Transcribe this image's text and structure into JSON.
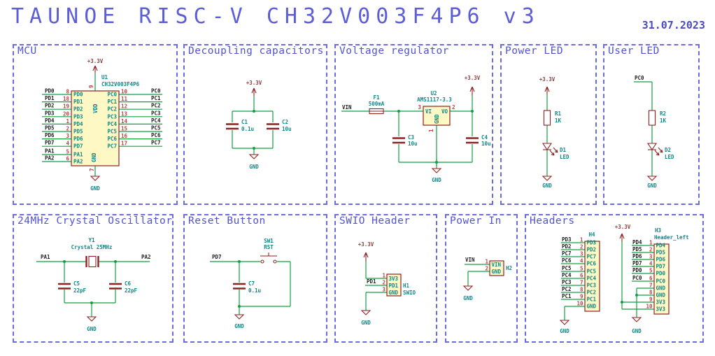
{
  "header": {
    "title": "TAUNOE RISC-V CH32V003F4P6 v3",
    "date": "31.07.2023"
  },
  "colors": {
    "accent_blue": "#5d5dd8",
    "wire_green": "#10a040",
    "symbol_maroon": "#8e2222",
    "body_yellow": "#fdf8c4",
    "teal_text": "#0e8787",
    "pin_number_red": "#c04040"
  },
  "sections": {
    "mcu": {
      "label": "MCU",
      "power_rail": "+3.3V",
      "gnd_label": "GND",
      "ref": "U1",
      "value": "CH32V003F4P6",
      "vdd_pin": {
        "num": "9",
        "name": "VDD"
      },
      "gnd_pin": {
        "num": "7",
        "name": "GND"
      },
      "left_pins": [
        {
          "net": "PD0",
          "num": "8",
          "name": "PD0"
        },
        {
          "net": "PD1",
          "num": "18",
          "name": "PD1"
        },
        {
          "net": "PD2",
          "num": "19",
          "name": "PD2"
        },
        {
          "net": "PD3",
          "num": "20",
          "name": "PD3"
        },
        {
          "net": "PD4",
          "num": "1",
          "name": "PD4"
        },
        {
          "net": "PD5",
          "num": "2",
          "name": "PD5"
        },
        {
          "net": "PD6",
          "num": "3",
          "name": "PD6"
        },
        {
          "net": "PD7",
          "num": "4",
          "name": "PD7"
        },
        {
          "net": "PA1",
          "num": "5",
          "name": "PA1"
        },
        {
          "net": "PA2",
          "num": "6",
          "name": "PA2"
        }
      ],
      "right_pins": [
        {
          "num": "10",
          "name": "PC0",
          "net": "PC0"
        },
        {
          "num": "11",
          "name": "PC1",
          "net": "PC1"
        },
        {
          "num": "12",
          "name": "PC2",
          "net": "PC2"
        },
        {
          "num": "13",
          "name": "PC3",
          "net": "PC3"
        },
        {
          "num": "14",
          "name": "PC4",
          "net": "PC4"
        },
        {
          "num": "15",
          "name": "PC5",
          "net": "PC5"
        },
        {
          "num": "16",
          "name": "PC6",
          "net": "PC6"
        },
        {
          "num": "17",
          "name": "PC7",
          "net": "PC7"
        }
      ]
    },
    "decoupling": {
      "label": "Decoupling capacitors",
      "power_rail": "+3.3V",
      "gnd_label": "GND",
      "c1": {
        "ref": "C1",
        "value": "0.1u"
      },
      "c2": {
        "ref": "C2",
        "value": "10u"
      }
    },
    "vreg": {
      "label": "Voltage regulator",
      "vin_net": "VIN",
      "power_rail": "+3.3V",
      "gnd_label": "GND",
      "fuse": {
        "ref": "F1",
        "value": "500mA"
      },
      "u2": {
        "ref": "U2",
        "value": "AMS1117-3.3",
        "pin_vi": {
          "num": "3",
          "name": "VI"
        },
        "pin_vo": {
          "num": "2",
          "name": "VO"
        },
        "pin_gnd": {
          "num": "1",
          "name": "GND"
        }
      },
      "c3": {
        "ref": "C3",
        "value": "10u"
      },
      "c4": {
        "ref": "C4",
        "value": "10u"
      }
    },
    "power_led": {
      "label": "Power LED",
      "power_rail": "+3.3V",
      "gnd_label": "GND",
      "r": {
        "ref": "R1",
        "value": "1K"
      },
      "d": {
        "ref": "D1",
        "value": "LED"
      }
    },
    "user_led": {
      "label": "User LED",
      "net": "PC0",
      "gnd_label": "GND",
      "r": {
        "ref": "R2",
        "value": "1K"
      },
      "d": {
        "ref": "D2",
        "value": "LED"
      }
    },
    "crystal": {
      "label": "24MHz Crystal Oscillator",
      "gnd_label": "GND",
      "y": {
        "ref": "Y1",
        "value": "Crystal 25MHz"
      },
      "net_left": "PA1",
      "net_right": "PA2",
      "c5": {
        "ref": "C5",
        "value": "22pF"
      },
      "c6": {
        "ref": "C6",
        "value": "22pF"
      }
    },
    "reset": {
      "label": "Reset Button",
      "net": "PD7",
      "gnd_label": "GND",
      "sw": {
        "ref": "SW1",
        "value": "RST"
      },
      "c": {
        "ref": "C7",
        "value": "0.1u"
      }
    },
    "swio": {
      "label": "SWIO Header",
      "power_rail": "+3.3V",
      "net": "PD1",
      "ref": "H1",
      "value": "SWIO",
      "gnd_label": "GND",
      "pins": [
        {
          "num": "1",
          "name": "3V3"
        },
        {
          "num": "2",
          "name": "PD1"
        },
        {
          "num": "3",
          "name": "GND"
        }
      ]
    },
    "power_in": {
      "label": "Power In",
      "net": "VIN",
      "ref": "H2",
      "gnd_label": "GND",
      "pins": [
        {
          "num": "1",
          "name": "VIN"
        },
        {
          "num": "2",
          "name": "GND"
        }
      ]
    },
    "headers": {
      "label": "Headers",
      "power_rail": "+3.3V",
      "gnd_label": "GND",
      "h4": {
        "ref": "H4",
        "pins": [
          {
            "num": "1",
            "name": "PD3",
            "net": "PD3"
          },
          {
            "num": "2",
            "name": "PD2",
            "net": "PD2"
          },
          {
            "num": "3",
            "name": "PC7",
            "net": "PC7"
          },
          {
            "num": "4",
            "name": "PC6",
            "net": "PC6"
          },
          {
            "num": "5",
            "name": "PC5",
            "net": "PC5"
          },
          {
            "num": "6",
            "name": "PC4",
            "net": "PC4"
          },
          {
            "num": "7",
            "name": "PC3",
            "net": "PC3"
          },
          {
            "num": "8",
            "name": "PC2",
            "net": "PC2"
          },
          {
            "num": "9",
            "name": "PC1",
            "net": "PC1"
          },
          {
            "num": "10",
            "name": "GND",
            "net": ""
          }
        ]
      },
      "h3": {
        "ref": "H3",
        "value": "Header_left",
        "pins": [
          {
            "num": "1",
            "name": "PD4",
            "net": "PD4"
          },
          {
            "num": "2",
            "name": "PD5",
            "net": "PD5"
          },
          {
            "num": "3",
            "name": "PD6",
            "net": "PD6"
          },
          {
            "num": "4",
            "name": "PD7",
            "net": "PD7"
          },
          {
            "num": "5",
            "name": "PD0",
            "net": "PD0"
          },
          {
            "num": "6",
            "name": "PC0",
            "net": "PC0"
          },
          {
            "num": "7",
            "name": "GND",
            "net": ""
          },
          {
            "num": "8",
            "name": "GND",
            "net": ""
          },
          {
            "num": "9",
            "name": "3V3",
            "net": ""
          },
          {
            "num": "10",
            "name": "3V3",
            "net": ""
          }
        ]
      }
    }
  }
}
